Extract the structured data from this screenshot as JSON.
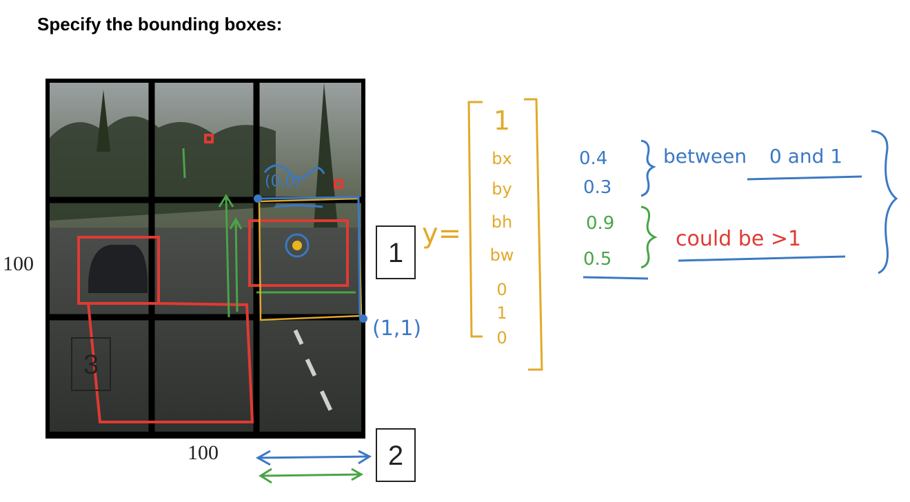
{
  "title": "Specify the bounding boxes:",
  "grid": {
    "side_label_left": "100",
    "side_label_bottom": "100"
  },
  "box_labels": {
    "one": "1",
    "two": "2",
    "three": "3"
  },
  "corners": {
    "top_left": "(0,0)",
    "bottom_right": "(1,1)"
  },
  "vector": {
    "lhs": "y=",
    "entries": [
      "1",
      "bx",
      "by",
      "bh",
      "bw",
      "0",
      "1",
      "0"
    ]
  },
  "values": {
    "bx": "0.4",
    "by": "0.3",
    "bh": "0.9",
    "bw": "0.5",
    "note_xy": "between",
    "note_xy_range": "0 and 1",
    "note_hw": "could be >1"
  },
  "colors": {
    "yellow": "#e2a92a",
    "blue": "#3b78c4",
    "green": "#4aa447",
    "red": "#e03a33",
    "grid": "#000000"
  }
}
